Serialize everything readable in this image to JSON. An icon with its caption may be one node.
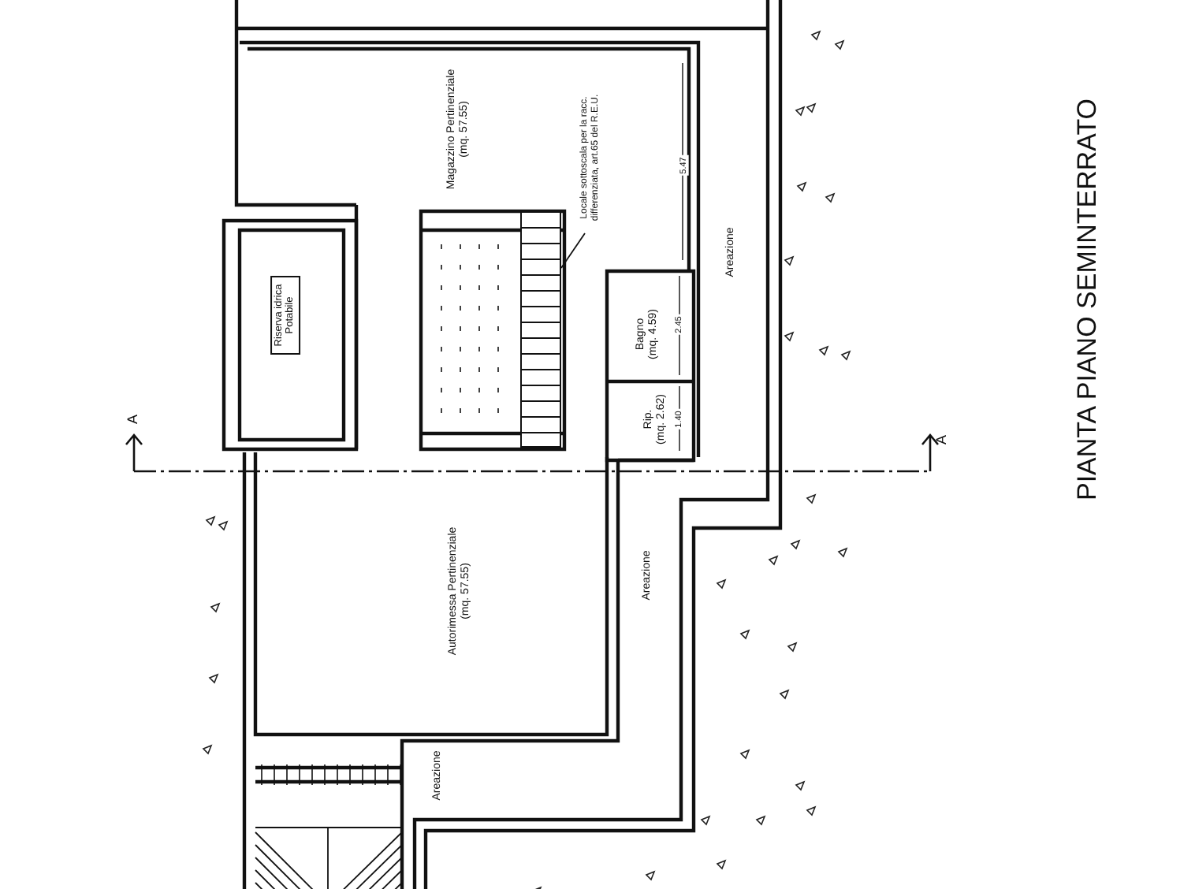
{
  "diagram": {
    "title": "PIANTA PIANO SEMINTERRATO",
    "nodes": [
      {
        "text": [
          "Magazzino Pertinenziale",
          "(mq. 57.55)"
        ]
      },
      {
        "text": [
          "Riserva idrica Potabile"
        ]
      },
      {
        "text": [
          "Bagno",
          "(mq. 4.59)"
        ]
      },
      {
        "text": [
          "Rip.",
          "(mq. 2.62)"
        ]
      },
      {
        "text": [
          "Autorimessa Pertinenziale",
          "(mq. 57.55)"
        ]
      },
      {
        "text": [
          "Locale sottoscala per la racc. differenziata, art.65 del R.E.U."
        ]
      },
      {
        "text": [],
        "shape": "box"
      }
    ],
    "edges": [
      {
        "from": 5,
        "to": 6,
        "arrow": "none"
      }
    ],
    "labels": [
      "Areazione",
      "Areazione",
      "Areazione",
      "A",
      "A",
      "5.47",
      "2.45",
      "1.40"
    ]
  }
}
